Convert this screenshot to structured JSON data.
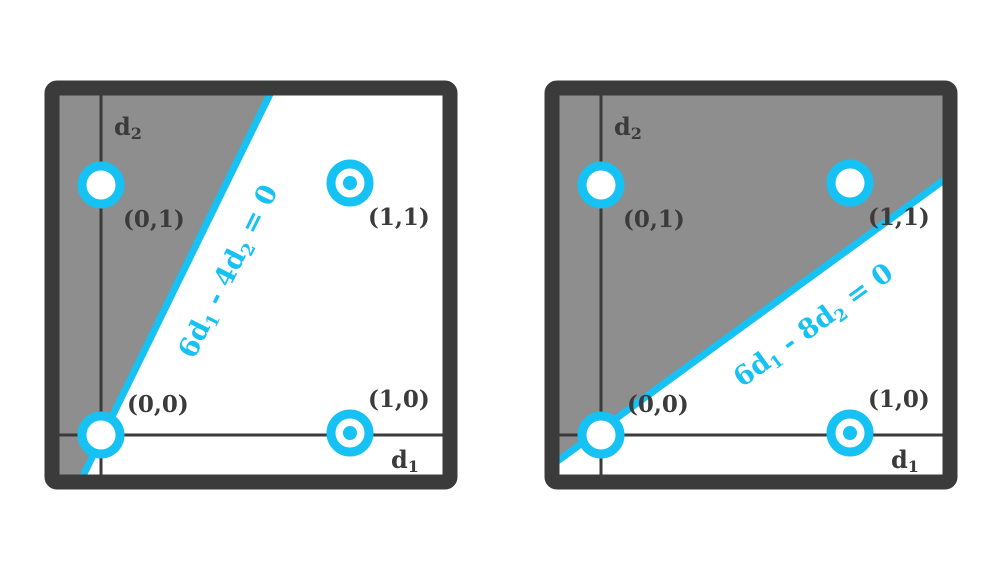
{
  "panels": [
    {
      "x_axis": {
        "letter": "d",
        "subscript": "1"
      },
      "y_axis": {
        "letter": "d",
        "subscript": "2"
      },
      "equation": {
        "coef1": "6d",
        "sub1": "1",
        "op": " - 4d",
        "sub2": "2",
        "rhs": " = 0"
      },
      "points": [
        {
          "label": "(0,0)",
          "filled": false
        },
        {
          "label": "(0,1)",
          "filled": false
        },
        {
          "label": "(1,1)",
          "filled": true
        },
        {
          "label": "(1,0)",
          "filled": true
        }
      ]
    },
    {
      "x_axis": {
        "letter": "d",
        "subscript": "1"
      },
      "y_axis": {
        "letter": "d",
        "subscript": "2"
      },
      "equation": {
        "coef1": "6d",
        "sub1": "1",
        "op": " - 8d",
        "sub2": "2",
        "rhs": " = 0"
      },
      "points": [
        {
          "label": "(0,0)",
          "filled": false
        },
        {
          "label": "(0,1)",
          "filled": false
        },
        {
          "label": "(1,1)",
          "filled": false
        },
        {
          "label": "(1,0)",
          "filled": true
        }
      ]
    }
  ],
  "colors": {
    "frame": "#3b3b3b",
    "shade": "#8e8e8e",
    "line": "#16c1f3",
    "background": "#ffffff"
  }
}
